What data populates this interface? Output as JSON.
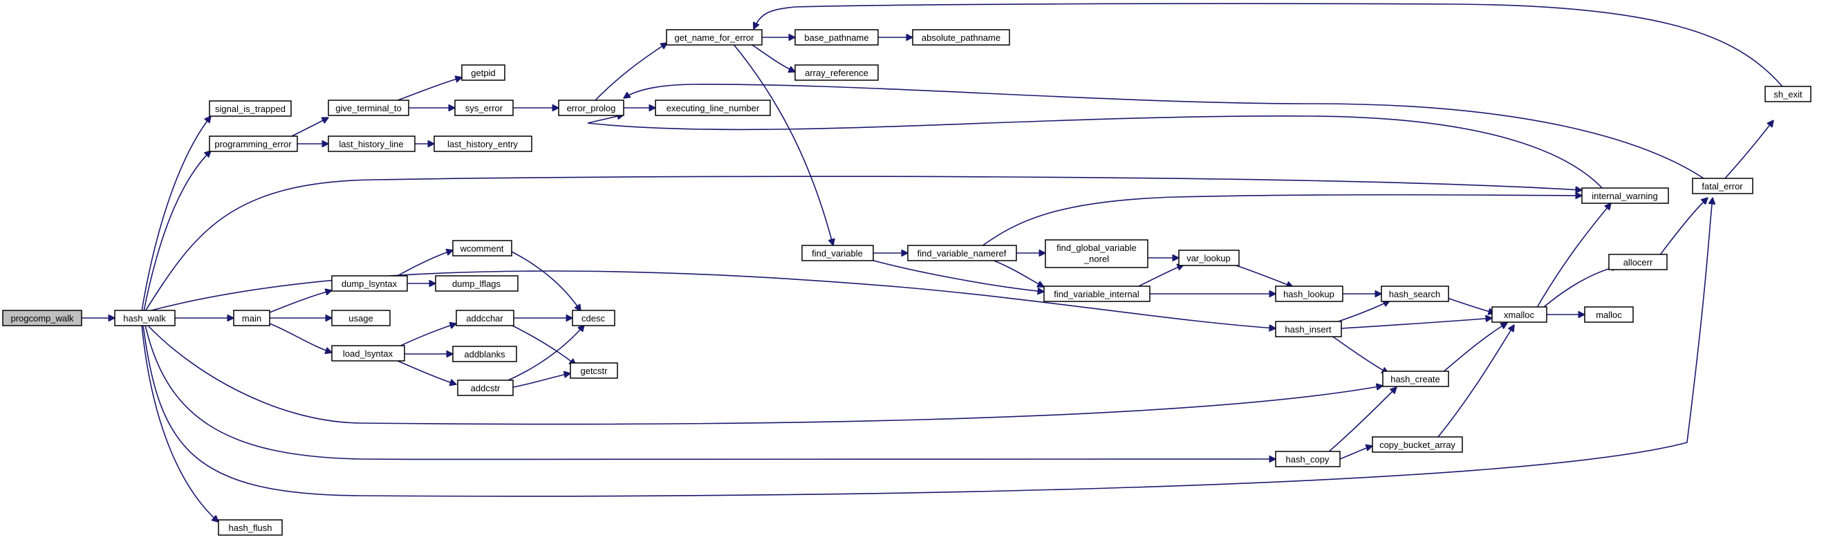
{
  "graph": {
    "colors": {
      "edge": "#191970",
      "root_fill": "#bfbfbf",
      "node_fill": "#ffffff",
      "node_border": "#000000"
    },
    "nodes": {
      "progcomp_walk": "progcomp_walk",
      "hash_walk": "hash_walk",
      "signal_is_trapped": "signal_is_trapped",
      "programming_error": "programming_error",
      "main": "main",
      "hash_create": "hash_create",
      "hash_copy": "hash_copy",
      "fatal_error": "fatal_error",
      "hash_flush": "hash_flush",
      "hash_insert": "hash_insert",
      "internal_warning": "internal_warning",
      "give_terminal_to": "give_terminal_to",
      "last_history_line": "last_history_line",
      "getpid": "getpid",
      "sys_error": "sys_error",
      "last_history_entry": "last_history_entry",
      "dump_lsyntax": "dump_lsyntax",
      "usage": "usage",
      "load_lsyntax": "load_lsyntax",
      "wcomment": "wcomment",
      "dump_lflags": "dump_lflags",
      "addcchar": "addcchar",
      "addblanks": "addblanks",
      "addcstr": "addcstr",
      "cdesc": "cdesc",
      "getcstr": "getcstr",
      "error_prolog": "error_prolog",
      "get_name_for_error": "get_name_for_error",
      "executing_line_number": "executing_line_number",
      "base_pathname": "base_pathname",
      "array_reference": "array_reference",
      "absolute_pathname": "absolute_pathname",
      "find_variable": "find_variable",
      "find_variable_nameref": "find_variable_nameref",
      "find_global_variable_norel_line1": "find_global_variable",
      "find_global_variable_norel_line2": "_norel",
      "find_variable_internal": "find_variable_internal",
      "var_lookup": "var_lookup",
      "hash_lookup": "hash_lookup",
      "hash_search": "hash_search",
      "xmalloc": "xmalloc",
      "copy_bucket_array": "copy_bucket_array",
      "allocerr": "allocerr",
      "malloc": "malloc",
      "sh_exit": "sh_exit"
    }
  }
}
